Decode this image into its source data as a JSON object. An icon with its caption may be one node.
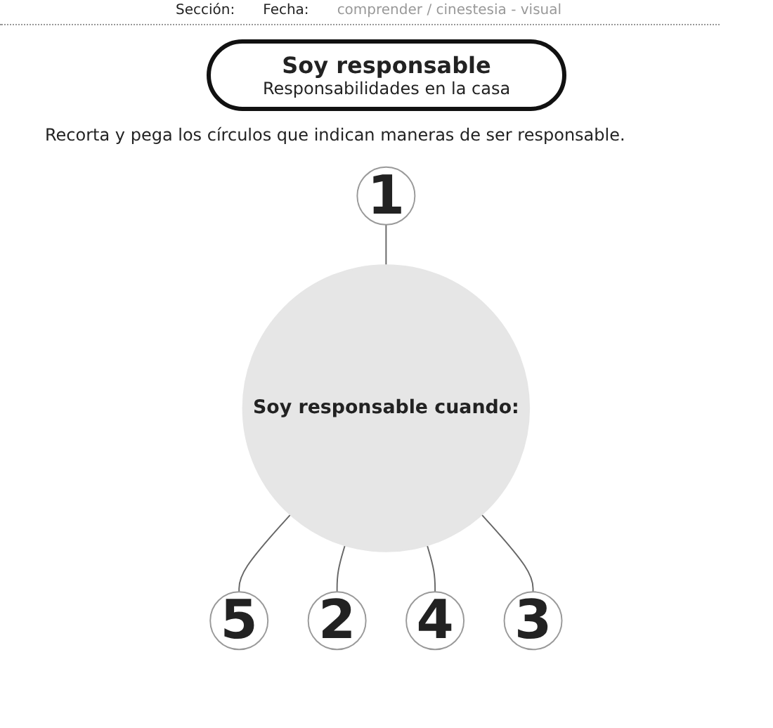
{
  "diagram": {
    "title": "Soy responsable",
    "nodes": [
      {
        "text": [
          "1"
        ]
      },
      {
        "text": [
          "5"
        ]
      },
      {
        "text": [
          "2"
        ]
      },
      {
        "text": [
          "Soy responsable cuando:"
        ]
      },
      {
        "text": [
          "4"
        ]
      },
      {
        "text": [
          "3"
        ]
      }
    ],
    "edges": [
      {
        "from": 0,
        "to": 3,
        "arrow": "none"
      },
      {
        "from": 3,
        "to": 1,
        "arrow": "none"
      },
      {
        "from": 3,
        "to": 2,
        "arrow": "none"
      },
      {
        "from": 3,
        "to": 4,
        "arrow": "none"
      },
      {
        "from": 3,
        "to": 5,
        "arrow": "none"
      }
    ],
    "labels": [
      "Sección:",
      "Fecha:",
      "comprender / cinestesia - visual",
      "Responsabilidades en la casa",
      "Recorta y pega los círculos que indican maneras de ser responsable."
    ]
  }
}
